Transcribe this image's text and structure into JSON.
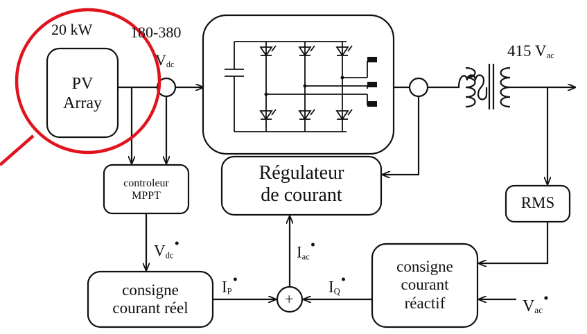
{
  "labels": {
    "power": "20 kW",
    "vdc_range": "180-380",
    "vdc_V": "V",
    "vdc_sub": "dc",
    "vac_out_value": "415 V",
    "vac_out_sub": "ac",
    "vdc_ref_V": "V",
    "vdc_ref_sub": "dc",
    "iac_ref_I": "I",
    "iac_ref_sub": "ac",
    "ip_ref_I": "I",
    "ip_ref_sub": "P",
    "iq_ref_I": "I",
    "iq_ref_sub": "Q",
    "vac_ref_V": "V",
    "vac_ref_sub": "ac",
    "ref_dot": "•",
    "sum_symbol": "+"
  },
  "blocks": {
    "pv_line1": "PV",
    "pv_line2": "Array",
    "mppt_line1": "controleur",
    "mppt_line2": "MPPT",
    "regulator_line1": "Régulateur",
    "regulator_line2": "de courant",
    "rms": "RMS",
    "active_line1": "consigne",
    "active_line2": "courant réel",
    "reactive_line1": "consigne",
    "reactive_line2": "courant",
    "reactive_line3": "réactif"
  },
  "colors": {
    "line": "#111111",
    "highlight": "#e0141e"
  }
}
